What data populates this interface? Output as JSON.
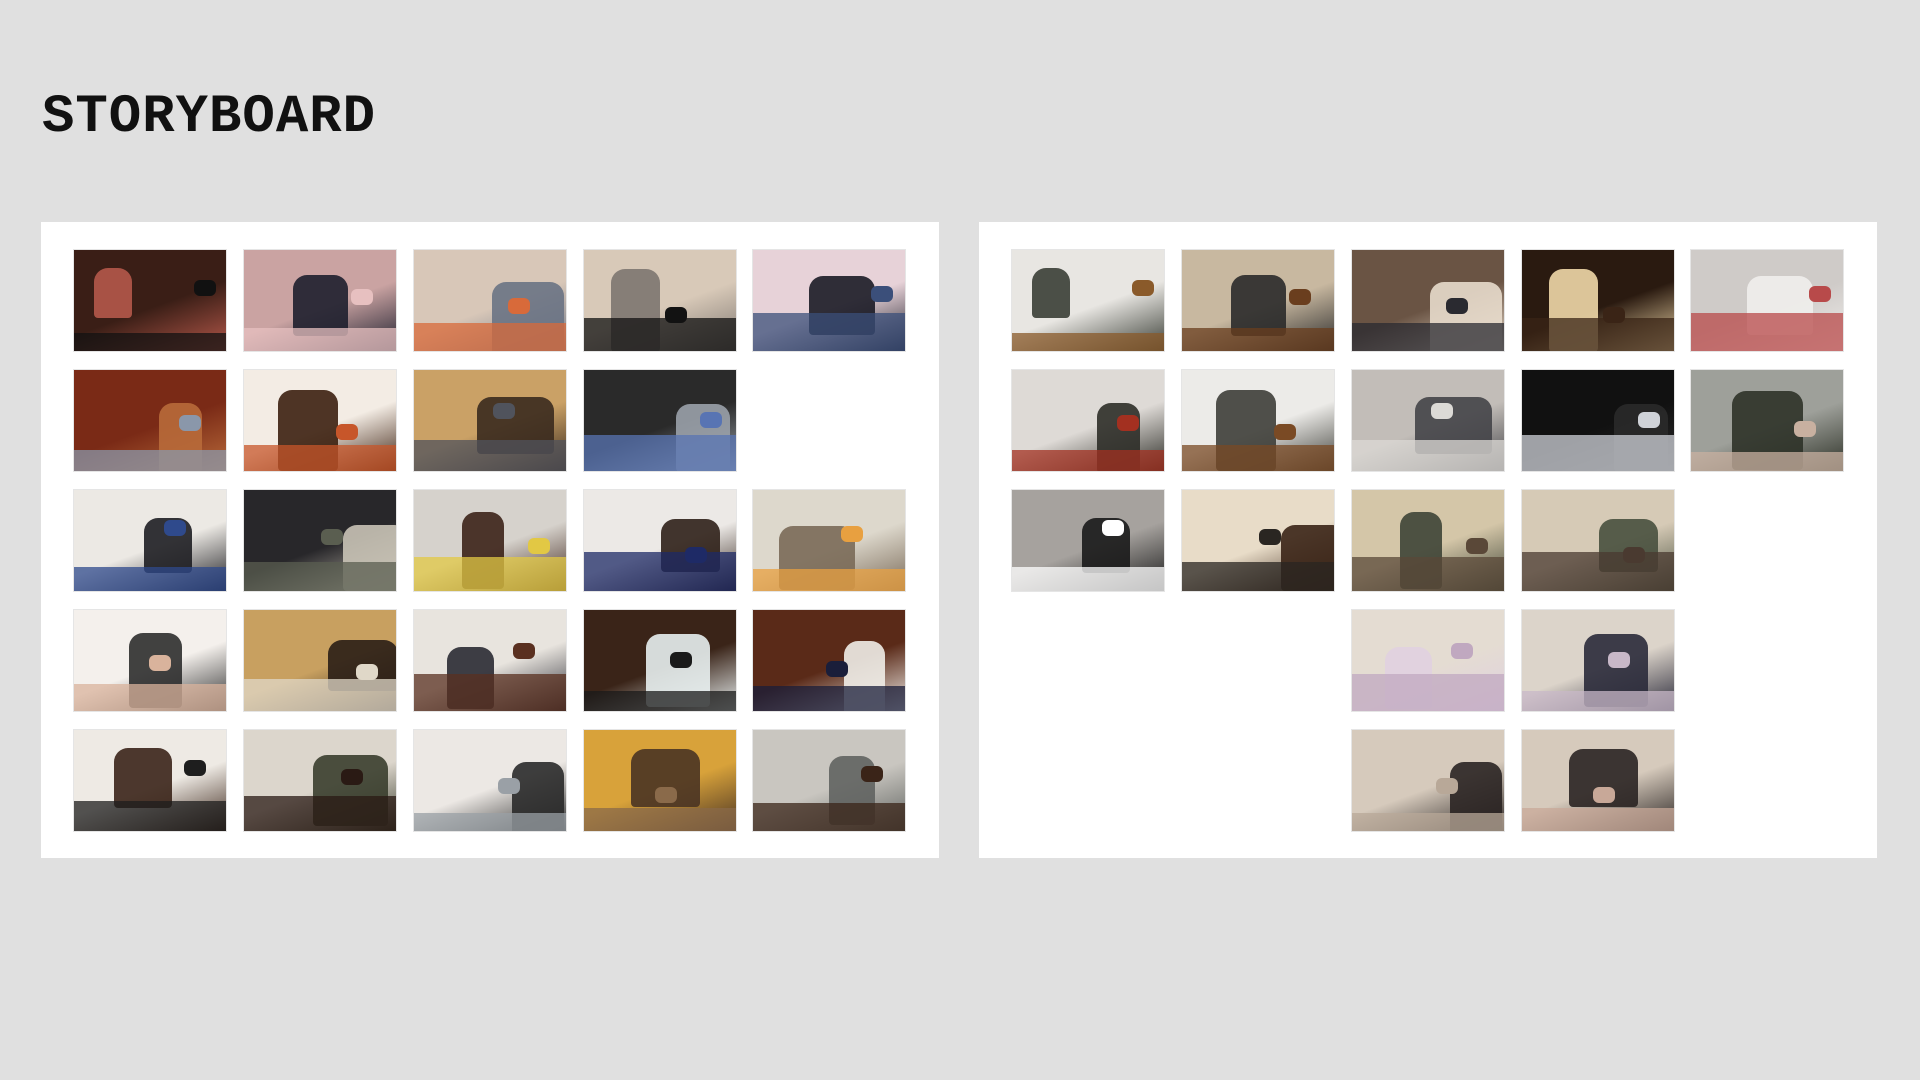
{
  "header": {
    "title": "STORYBOARD"
  },
  "panels": [
    {
      "name": "left",
      "frames": [
        [
          "#3a1e16",
          "#b5584a",
          "#111111"
        ],
        [
          "#caa3a2",
          "#1e1f2e",
          "#e7c0c0"
        ],
        [
          "#d8c7b8",
          "#6a7384",
          "#d86a3a"
        ],
        [
          "#d8c9b8",
          "#7d7670",
          "#121212"
        ],
        [
          "#e7d2d8",
          "#1b1b26",
          "#3b4f7a"
        ],
        [
          "#7a2a16",
          "#b86a3a",
          "#8a97aa"
        ],
        [
          "#f3ece4",
          "#3c2010",
          "#c7562a"
        ],
        [
          "#caa166",
          "#3a2a1e",
          "#50535c"
        ],
        [
          "#2a2a2a",
          "#9aa1aa",
          "#5874b3"
        ],
        null,
        [
          "#ece9e4",
          "#1e1e22",
          "#2f4a8c"
        ],
        [
          "#28272a",
          "#c9c3b6",
          "#5a5e50"
        ],
        [
          "#d6d2cc",
          "#3c2218",
          "#e2c844"
        ],
        [
          "#ece9e6",
          "#2f2018",
          "#1e2a66"
        ],
        [
          "#ddd8cc",
          "#7a6a58",
          "#e8a040"
        ],
        [
          "#f4f0ec",
          "#2d2d2d",
          "#d9b39c"
        ],
        [
          "#c8a060",
          "#2a1e16",
          "#e0d8c8"
        ],
        [
          "#e8e4de",
          "#2a2a33",
          "#5a3020"
        ],
        [
          "#3a2418",
          "#e8eff0",
          "#1a1a1a"
        ],
        [
          "#5a2a18",
          "#f0ede8",
          "#1a1e3a"
        ],
        [
          "#eeeae4",
          "#3a2418",
          "#1e1e1e"
        ],
        [
          "#dcd6cc",
          "#3a3e2e",
          "#2a1a14"
        ],
        [
          "#ece8e4",
          "#2a2a2a",
          "#9aa0a6"
        ],
        [
          "#d8a23a",
          "#4a3424",
          "#8a6a4a"
        ],
        [
          "#c9c6c0",
          "#606360",
          "#3a2418"
        ]
      ]
    },
    {
      "name": "right",
      "frames": [
        [
          "#e8e6e2",
          "#3a3e36",
          "#8a5a2a"
        ],
        [
          "#c8b8a0",
          "#2a2a2a",
          "#6a3e1e"
        ],
        [
          "#6a5444",
          "#e8dccc",
          "#2a2a30"
        ],
        [
          "#2a1a10",
          "#f0d8a8",
          "#3a2416"
        ],
        [
          "#cfcbc8",
          "#f0eeec",
          "#b84a4a"
        ],
        [
          "#dedad6",
          "#2e2e28",
          "#a33020"
        ],
        [
          "#ecebe8",
          "#3e3e38",
          "#7a4a24"
        ],
        [
          "#c2bdb8",
          "#444448",
          "#dcdad6"
        ],
        [
          "#111111",
          "#2a2a2a",
          "#cfd2d8"
        ],
        [
          "#9ea09a",
          "#2e3228",
          "#c8b0a0"
        ],
        [
          "#a6a29e",
          "#1a1a1a",
          "#ffffff"
        ],
        [
          "#e8dcc8",
          "#3a2416",
          "#2a2622"
        ],
        [
          "#d4c6a8",
          "#3e4436",
          "#5a4838"
        ],
        [
          "#d6cab6",
          "#48503e",
          "#4a3a30"
        ],
        null,
        null,
        null,
        [
          "#e4dcd2",
          "#e0d0e0",
          "#c0a8c0"
        ],
        [
          "#dcd4ca",
          "#2a2a3a",
          "#c8b8c8"
        ],
        null,
        null,
        null,
        [
          "#d6cabc",
          "#2a2422",
          "#b8a898"
        ],
        [
          "#d6cabc",
          "#2a2422",
          "#c8a898"
        ],
        null
      ]
    }
  ]
}
